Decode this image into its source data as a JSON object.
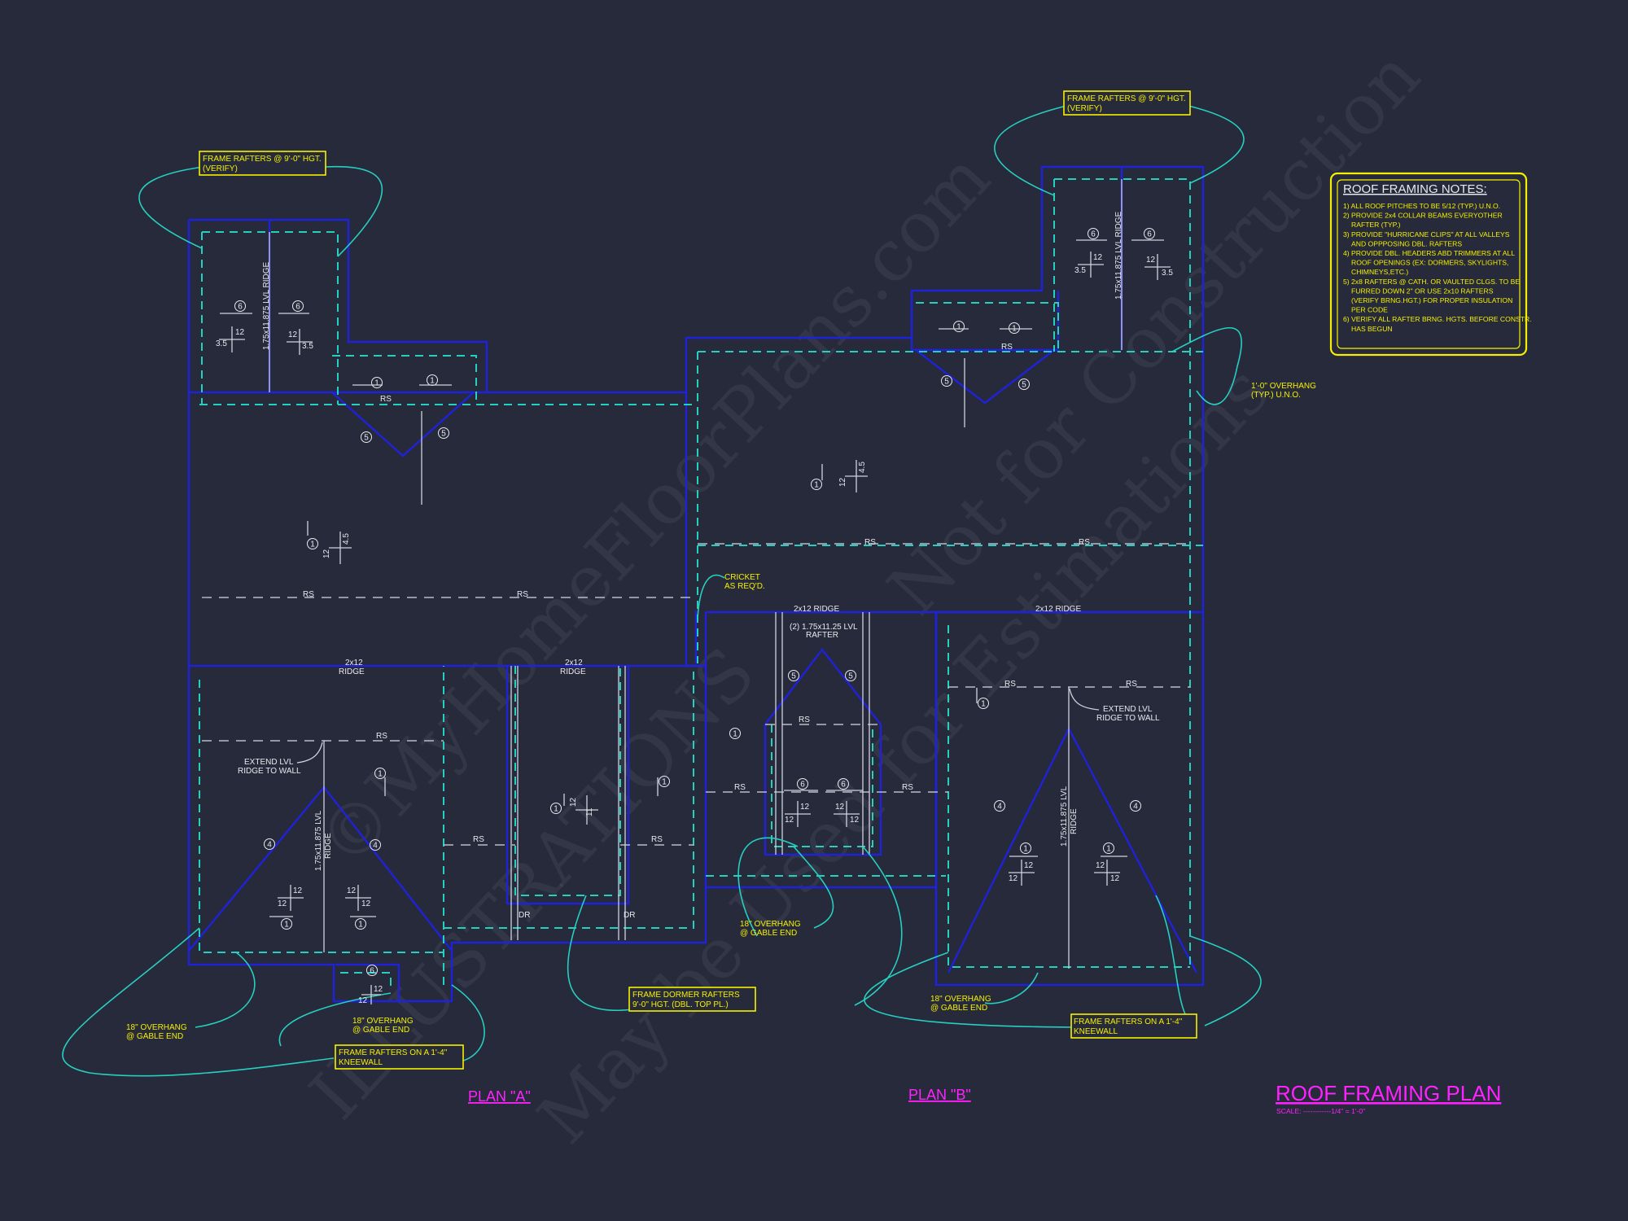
{
  "labels": {
    "frame_rafters_left": [
      "FRAME RAFTERS @ 9'-0\" HGT.",
      "(VERIFY)"
    ],
    "frame_rafters_right": [
      "FRAME RAFTERS @ 9'-0\" HGT.",
      "(VERIFY)"
    ],
    "overhang_1ft": [
      "1'-0\" OVERHANG",
      "(TYP.) U.N.O."
    ],
    "cricket": [
      "CRICKET",
      "AS REQ'D."
    ],
    "ridge_2x12": "2x12 RIDGE",
    "ridge_2x12_a": [
      "2x12",
      "RIDGE"
    ],
    "lvl_rafter": [
      "(2) 1.75x11.25 LVL",
      "RAFTER"
    ],
    "extend_lvl": [
      "EXTEND LVL",
      "RIDGE TO WALL"
    ],
    "lvl_ridge": "1.75x11.875 LVL RIDGE",
    "lvl_ridge_split": [
      "1.75x11.875 LVL",
      "RIDGE"
    ],
    "overhang_18_gable": [
      "18\" OVERHANG",
      "@ GABLE END"
    ],
    "kneewall": [
      "FRAME RAFTERS ON A 1'-4\"",
      "KNEEWALL"
    ],
    "dormer": [
      "FRAME DORMER RAFTERS",
      "9'-0\" HGT. (DBL. TOP PL.)"
    ],
    "rs": "RS",
    "dr": "DR"
  },
  "notes": {
    "title": "ROOF FRAMING NOTES:",
    "lines": [
      "1) ALL ROOF PITCHES TO BE 5/12 (TYP.) U.N.O.",
      "2) PROVIDE 2x4 COLLAR BEAMS EVERYOTHER",
      "RAFTER (TYP.)",
      "3) PROVIDE \"HURRICANE CLIPS\" AT ALL VALLEYS",
      "AND OPPPOSING DBL. RAFTERS",
      "4) PROVIDE DBL. HEADERS ABD TRIMMERS AT ALL",
      "ROOF OPENINGS (EX: DORMERS, SKYLIGHTS,",
      "CHIMNEYS,ETC.)",
      "5) 2x8 RAFTERS @ CATH. OR VAULTED CLGS. TO BE",
      "FURRED DOWN 2\" OR USE 2x10 RAFTERS",
      "(VERIFY BRNG.HGT.) FOR PROPER INSULATION",
      "PER CODE",
      "6) VERIFY ALL RAFTER BRNG. HGTS. BEFORE CONSTR.",
      "HAS BEGUN"
    ]
  },
  "titles": {
    "main": "ROOF FRAMING PLAN",
    "scale": "SCALE: ------------1/4\" = 1'-0\"",
    "plan_a": "PLAN \"A\"",
    "plan_b": "PLAN \"B\""
  },
  "pitch": {
    "twelve": "12",
    "p35": "3.5",
    "p45": "4.5",
    "p11": "11"
  },
  "markers": [
    "1",
    "4",
    "5",
    "6"
  ],
  "watermark": [
    "©MyHomeFloorPlans.com",
    "ILLUSTRATIONS",
    "May be Used for Estimations",
    "Not for Construction"
  ]
}
